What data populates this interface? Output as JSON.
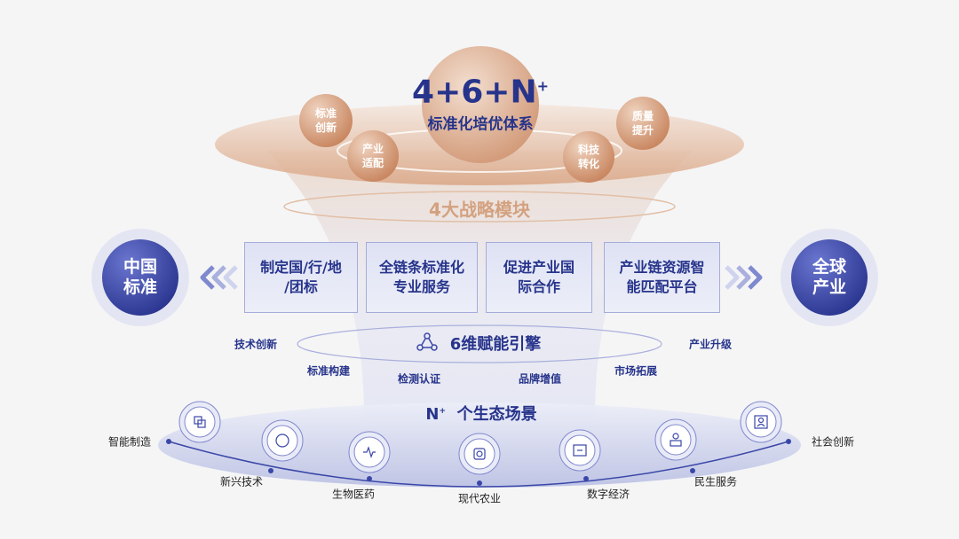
{
  "core": {
    "formula": "4+6+N",
    "formula_sup": "+",
    "subtitle": "标准化培优体系"
  },
  "pillars": [
    "标准创新",
    "产业适配",
    "科技转化",
    "质量提升"
  ],
  "pillar_lines": [
    [
      "标准",
      "创新"
    ],
    [
      "产业",
      "适配"
    ],
    [
      "科技",
      "转化"
    ],
    [
      "质量",
      "提升"
    ]
  ],
  "modules_title": "4大战略模块",
  "modules": [
    {
      "l1": "制定国/行/地",
      "l2": "/团标"
    },
    {
      "l1": "全链条标准化",
      "l2": "专业服务"
    },
    {
      "l1": "促进产业国",
      "l2": "际合作"
    },
    {
      "l1": "产业链资源智",
      "l2": "能匹配平台"
    }
  ],
  "left": {
    "l1": "中国",
    "l2": "标准"
  },
  "right": {
    "l1": "全球",
    "l2": "产业"
  },
  "engine": {
    "title": "6维赋能引擎",
    "items": [
      "技术创新",
      "标准构建",
      "检测认证",
      "品牌增值",
      "市场拓展",
      "产业升级"
    ]
  },
  "scenes": {
    "title_n": "N",
    "title_sup": "+",
    "title": "个生态场景",
    "items": [
      "智能制造",
      "新兴技术",
      "生物医药",
      "现代农业",
      "数字经济",
      "民生服务",
      "社会创新"
    ]
  },
  "colors": {
    "navy": "#27348b",
    "peach": "#c98a64",
    "lavender": "#c9cdea"
  }
}
